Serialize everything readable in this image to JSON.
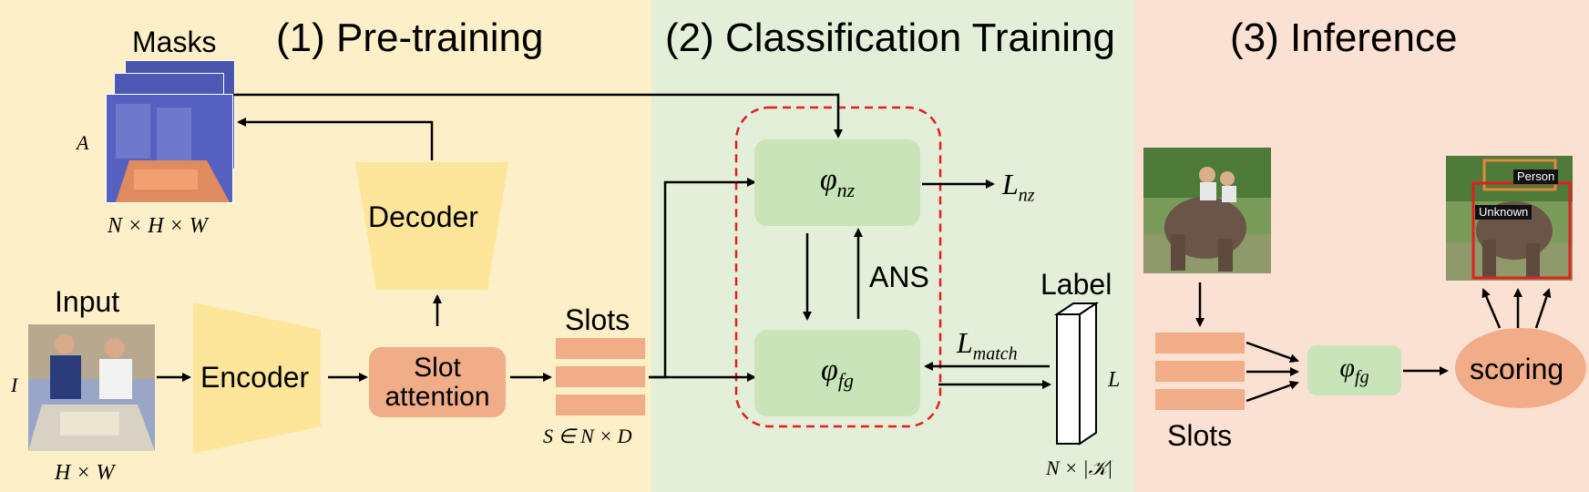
{
  "sections": {
    "pretraining": "(1) Pre-training",
    "classification": "(2) Classification Training",
    "inference": "(3) Inference"
  },
  "pretraining": {
    "masks_label": "Masks",
    "masks_symbol": "A",
    "masks_dims": "N × H × W",
    "input_label": "Input",
    "input_symbol": "I",
    "input_dims": "H × W",
    "encoder": "Encoder",
    "decoder": "Decoder",
    "slot_attention_line1": "Slot",
    "slot_attention_line2": "attention",
    "slots_label": "Slots",
    "slots_dims": "S ∈ N × D"
  },
  "classification": {
    "phi_nz": "φ",
    "phi_nz_sub": "nz",
    "phi_fg": "φ",
    "phi_fg_sub": "fg",
    "loss_nz": "L",
    "loss_nz_sub": "nz",
    "loss_match": "L",
    "loss_match_sub": "match",
    "ans": "ANS",
    "label_title": "Label",
    "label_symbol": "L",
    "label_dims": "N × |𝒦|"
  },
  "inference": {
    "slots_label": "Slots",
    "phi_fg": "φ",
    "phi_fg_sub": "fg",
    "scoring": "scoring",
    "tag_person": "Person",
    "tag_unknown": "Unknown"
  },
  "colors": {
    "panel1": "#fdefc8",
    "panel2": "#e4efd9",
    "panel3": "#fbe1d3",
    "module_yellow": "#fde59a",
    "module_orange": "#f0ad87",
    "module_green": "#c9e4b8",
    "dashed_red": "#e02020"
  }
}
